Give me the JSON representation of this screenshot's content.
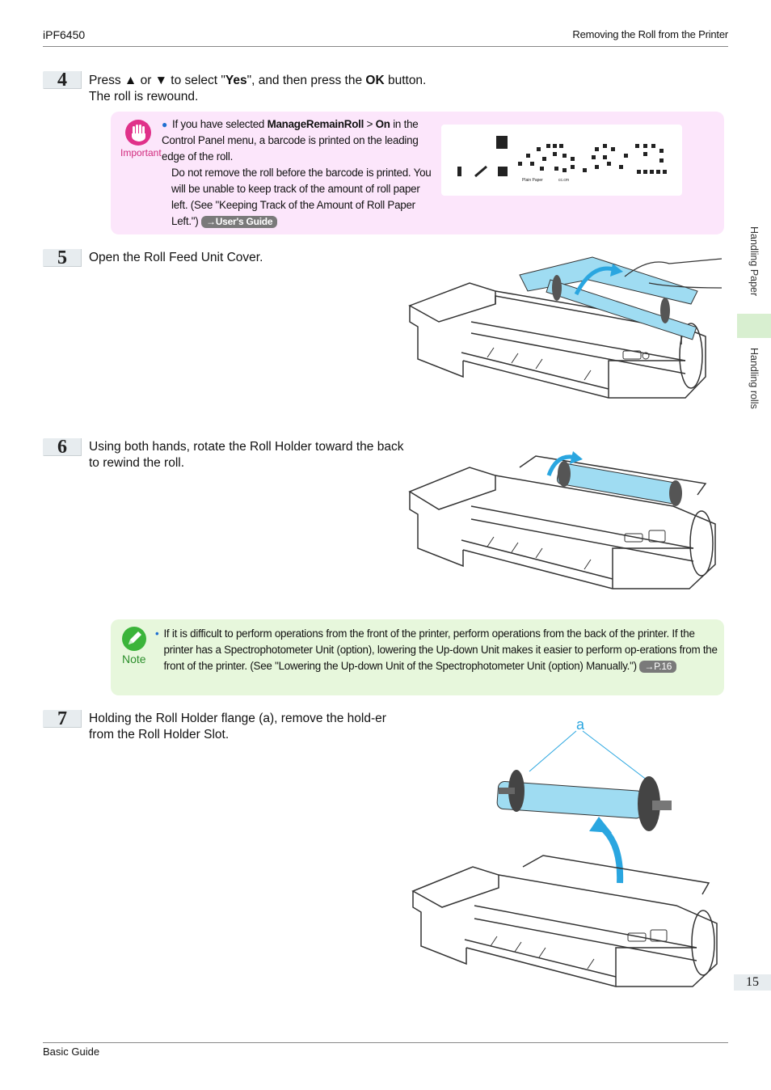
{
  "header": {
    "model": "iPF6450",
    "section": "Removing the Roll from the Printer"
  },
  "sidebar": {
    "chapter": "Handling Paper",
    "subsection": "Handling rolls",
    "page_number": "15"
  },
  "footer": {
    "guide": "Basic Guide"
  },
  "steps": [
    {
      "num": "4",
      "line1_a": "Press ▲ or ▼ to select \"",
      "line1_b": "Yes",
      "line1_c": "\", and then press the ",
      "line1_d": "OK",
      "line1_e": " button.",
      "line2": "The roll is rewound."
    },
    {
      "num": "5",
      "text": "Open the Roll Feed Unit Cover."
    },
    {
      "num": "6",
      "text": "Using both hands, rotate the Roll Holder toward the back to rewind the roll."
    },
    {
      "num": "7",
      "text": "Holding the Roll Holder flange (a), remove the hold-er from the Roll Holder Slot."
    }
  ],
  "important": {
    "label": "Important",
    "t1": "If you have selected ",
    "t2": "ManageRemainRoll",
    "t3": " > ",
    "t4": "On",
    "t5": " in the Control Panel menu, a barcode is printed on the leading edge of the roll.",
    "t6": "Do not remove the roll before the barcode is printed. You will be unable to keep track of the amount of roll paper left.  (See \"Keeping Track of the Amount of Roll Paper Left.\")",
    "link": "→User's Guide",
    "barcode_label1": "Plain Paper",
    "barcode_label2": "cc.cm"
  },
  "note": {
    "label": "Note",
    "text": "If it is difficult to perform operations from the front of the printer, perform operations from the back of the printer. If the printer has a Spectrophotometer Unit (option), lowering the Up-down Unit makes it easier to perform op-erations from the front of the printer.  (See \"Lowering the Up-down Unit of the Spectrophotometer Unit (option) Manually.\")",
    "link": "→P.16"
  },
  "figure7": {
    "callout": "a"
  },
  "colors": {
    "roll_blue": "#9fdcf2",
    "important_pink": "#fce6fb",
    "note_green": "#e7f7dc",
    "important_icon": "#e0318a",
    "note_icon": "#3bb43a"
  }
}
